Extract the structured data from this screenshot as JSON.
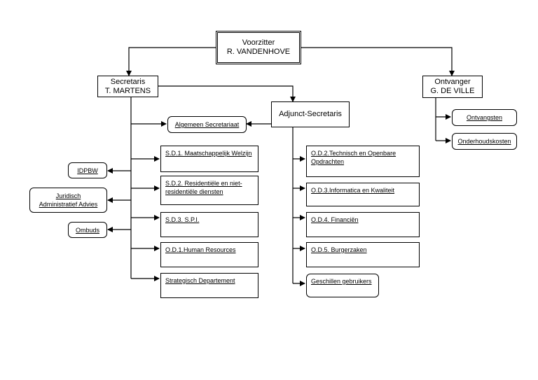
{
  "chairman": {
    "title": "Voorzitter",
    "name": "R. VANDENHOVE"
  },
  "secretary": {
    "title": "Secretaris",
    "name": "T. MARTENS"
  },
  "receiver": {
    "title": "Ontvanger",
    "name": "G. DE VILLE"
  },
  "deputy": {
    "title": "Adjunct-Secretaris"
  },
  "general_secretariat": "Algemeen Secretariaat",
  "receiver_units": [
    "Ontvangsten",
    "Onderhoudskosten"
  ],
  "secretary_units": [
    "S.D.1. Maatschappelijk Welzijn",
    "S.D.2. Residentiële en niet-residentiële diensten",
    "S.D.3. S.P.I.",
    "O.D.1.Human Resources",
    "Strategisch Departement"
  ],
  "staff_units": {
    "idpbw": "IDPBW",
    "legal_line1": "Juridisch",
    "legal_line2": "Administratief Advies",
    "ombuds": "Ombuds"
  },
  "deputy_units": [
    "O.D.2.Technisch en Openbare Opdrachten",
    "O.D.3.Informatica en Kwaliteit",
    "O.D.4. Financiën",
    "O.D.5. Burgerzaken",
    "Geschillen gebruikers"
  ]
}
